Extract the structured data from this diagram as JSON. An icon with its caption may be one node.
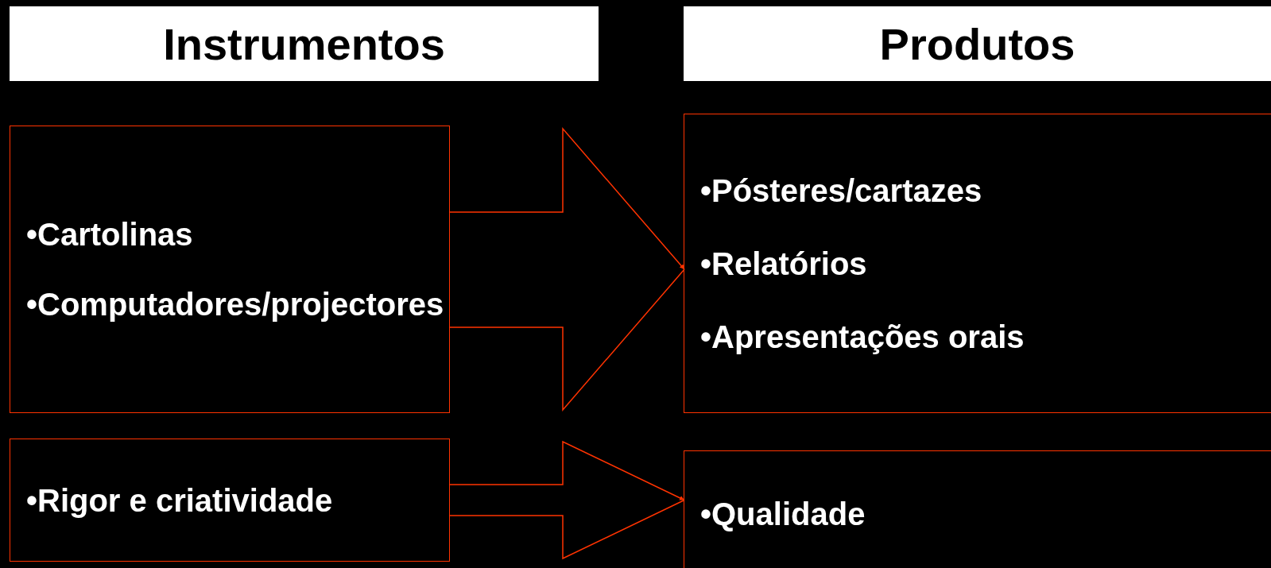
{
  "diagram": {
    "nodes": [
      {
        "text": [
          "Instrumentos"
        ]
      },
      {
        "text": [
          "Produtos"
        ]
      },
      {
        "text": [
          "•Cartolinas",
          "•Computadores/projectores"
        ]
      },
      {
        "text": [
          "•Pósteres/cartazes",
          "•Relatórios",
          "•Apresentações orais"
        ]
      },
      {
        "text": [
          "•Rigor e criatividade"
        ]
      },
      {
        "text": [
          "•Qualidade"
        ]
      }
    ],
    "edges": [
      {
        "from": 2,
        "to": 3,
        "arrow": "to"
      },
      {
        "from": 4,
        "to": 5,
        "arrow": "to"
      }
    ]
  }
}
